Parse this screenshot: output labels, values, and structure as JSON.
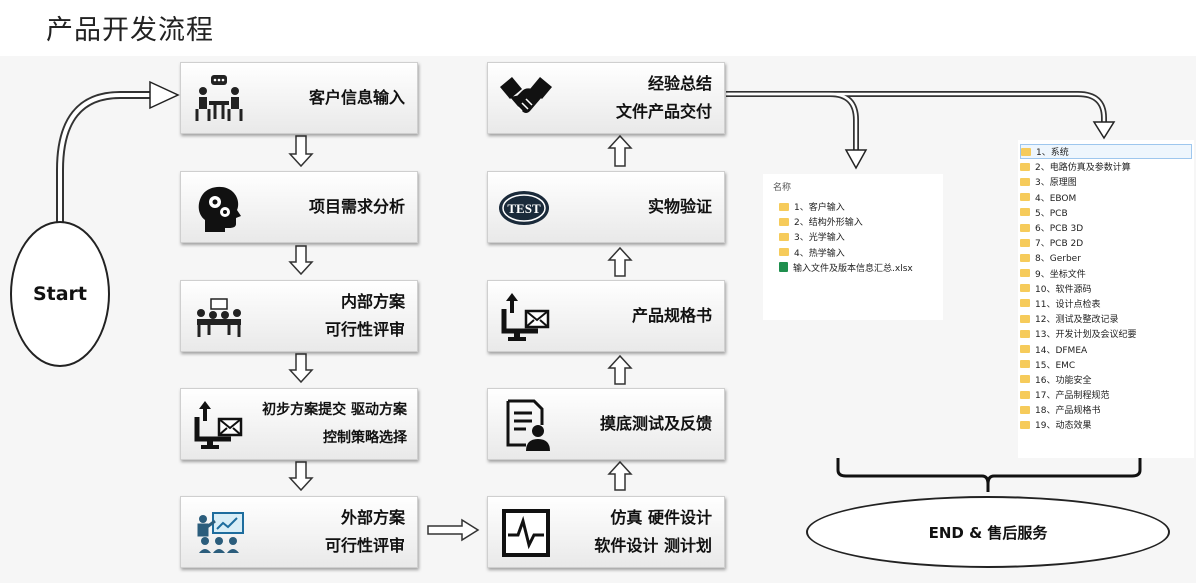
{
  "title": "产品开发流程",
  "start_label": "Start",
  "end_label": "END & 售后服务",
  "left_column": [
    {
      "lines": [
        "客户信息输入"
      ],
      "icon": "meeting-icon"
    },
    {
      "lines": [
        "项目需求分析"
      ],
      "icon": "head-gears-icon"
    },
    {
      "lines": [
        "内部方案",
        "可行性评审"
      ],
      "icon": "team-review-icon"
    },
    {
      "lines": [
        "初步方案提交  驱动方案",
        "控制策略选择"
      ],
      "icon": "monitor-mail-icon"
    },
    {
      "lines": [
        "外部方案",
        "可行性评审"
      ],
      "icon": "presentation-icon"
    }
  ],
  "right_column": [
    {
      "lines": [
        "经验总结",
        "文件产品交付"
      ],
      "icon": "handshake-icon"
    },
    {
      "lines": [
        "实物验证"
      ],
      "icon": "test-badge-icon"
    },
    {
      "lines": [
        "产品规格书"
      ],
      "icon": "monitor-mail-icon"
    },
    {
      "lines": [
        "摸底测试及反馈"
      ],
      "icon": "document-person-icon"
    },
    {
      "lines": [
        "仿真 硬件设计",
        "软件设计 测计划"
      ],
      "icon": "waveform-icon"
    }
  ],
  "input_files": {
    "header": "名称",
    "items": [
      "1、客户输入",
      "2、结构外形输入",
      "3、光学输入",
      "4、热学输入"
    ],
    "file": "输入文件及版本信息汇总.xlsx"
  },
  "output_files": {
    "items": [
      "1、系统",
      "2、电路仿真及参数计算",
      "3、原理图",
      "4、EBOM",
      "5、PCB",
      "6、PCB 3D",
      "7、PCB 2D",
      "8、Gerber",
      "9、坐标文件",
      "10、软件源码",
      "11、设计点检表",
      "12、测试及整改记录",
      "13、开发计划及会议纪要",
      "14、DFMEA",
      "15、EMC",
      "16、功能安全",
      "17、产品制程规范",
      "18、产品规格书",
      "19、动态效果"
    ]
  }
}
